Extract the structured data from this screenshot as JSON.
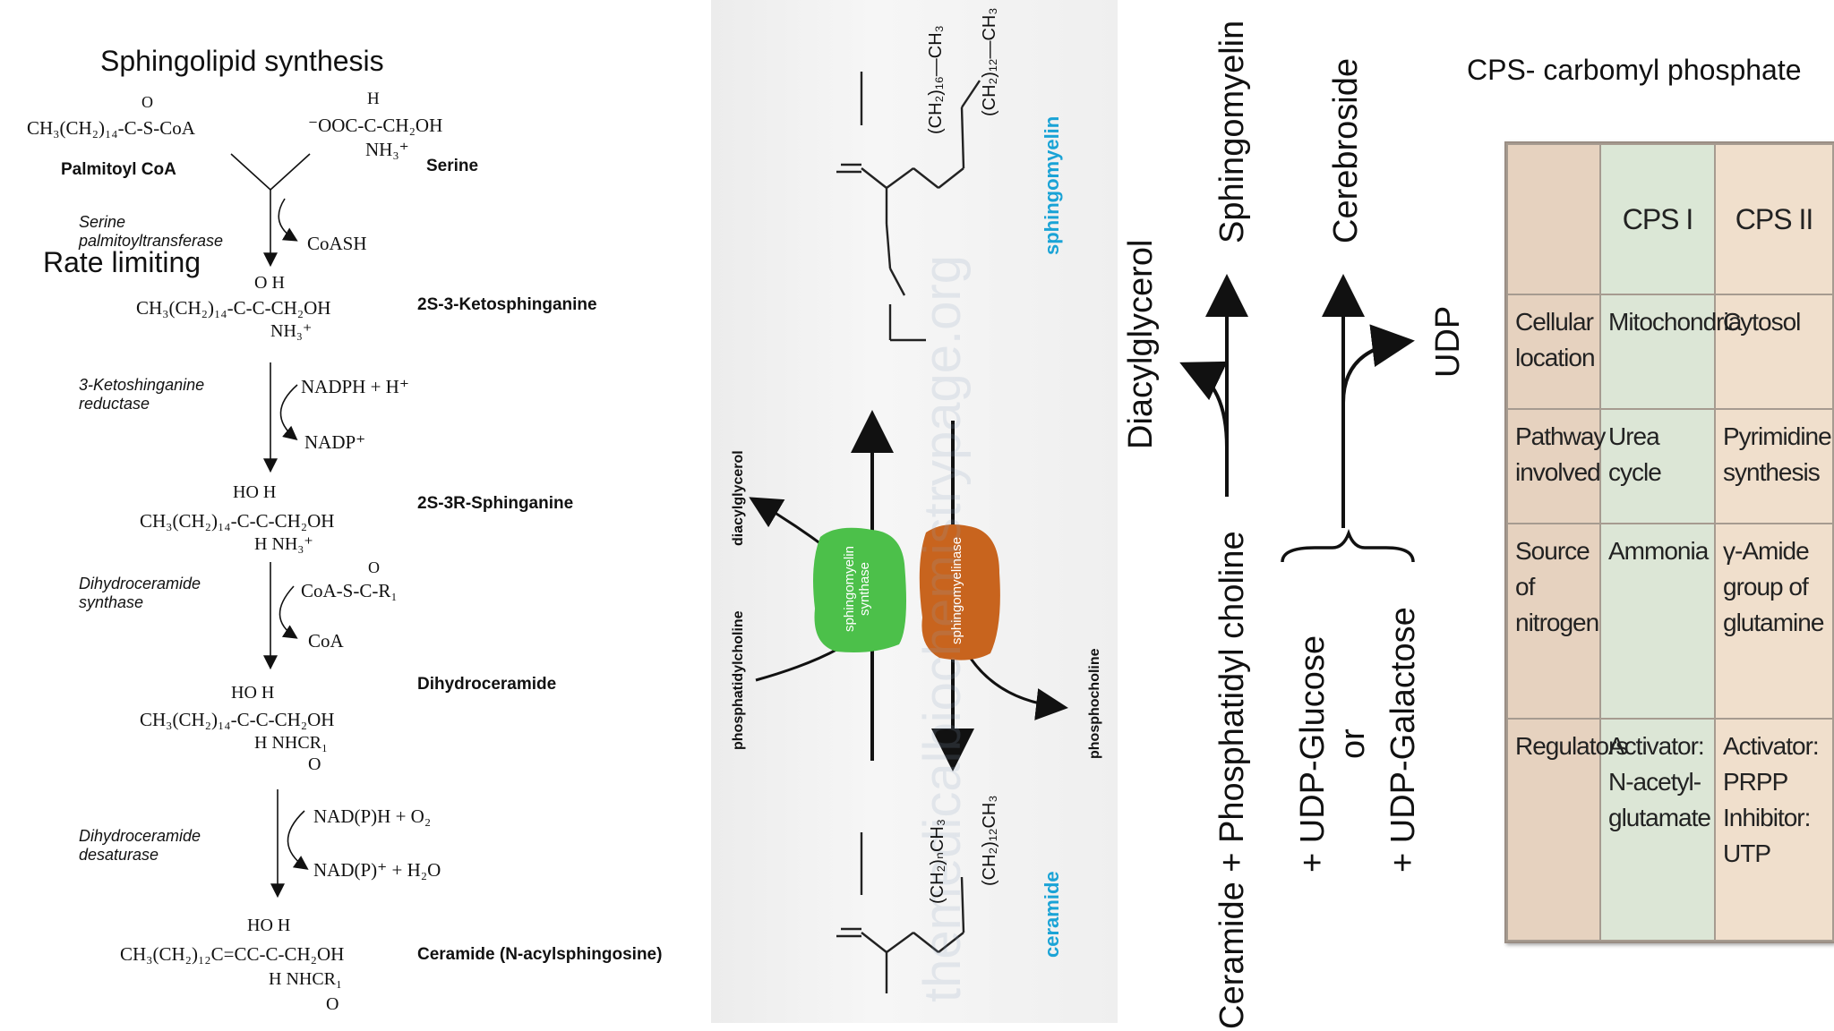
{
  "left_panel": {
    "title": "Sphingolipid synthesis",
    "rate_limiting": "Rate limiting",
    "palmitoyl_formula": "CH₃(CH₂)₁₄-C-S-CoA",
    "palmitoyl_o": "O",
    "palmitoyl_name": "Palmitoyl CoA",
    "serine_h": "H",
    "serine_formula": "⁻OOC-C-CH₂OH",
    "serine_nh3": "NH₃⁺",
    "serine_name": "Serine",
    "steps": [
      {
        "enzyme": "Serine\npalmitoyltransferase",
        "cofactor_out": "CoASH"
      },
      {
        "enzyme": "3-Ketoshinganine\nreductase",
        "cofactor_in": "NADPH + H⁺",
        "cofactor_out": "NADP⁺"
      },
      {
        "enzyme": "Dihydroceramide\nsynthase",
        "cofactor_in": "CoA-S-C-R₁",
        "cofactor_in_o": "O",
        "cofactor_out": "CoA"
      },
      {
        "enzyme": "Dihydroceramide\ndesaturase",
        "cofactor_in": "NAD(P)H + O₂",
        "cofactor_out": "NAD(P)⁺ + H₂O"
      }
    ],
    "products": [
      {
        "top": "O H",
        "formula": "CH₃(CH₂)₁₄-C-C-CH₂OH",
        "bottom": "NH₃⁺",
        "name": "2S-3-Ketosphinganine"
      },
      {
        "top": "HO  H",
        "formula": "CH₃(CH₂)₁₄-C-C-CH₂OH",
        "bottom": "H  NH₃⁺",
        "name": "2S-3R-Sphinganine"
      },
      {
        "top": "HO  H",
        "formula": "CH₃(CH₂)₁₄-C-C-CH₂OH",
        "bottom": "H  NHCR₁",
        "bottom2": "O",
        "name": "Dihydroceramide"
      },
      {
        "top": "HO  H",
        "formula": "CH₃(CH₂)₁₂C=CC-C-CH₂OH",
        "bottom": "H  NHCR₁",
        "bottom2": "O",
        "name": "Ceramide (N-acylsphingosine)"
      }
    ]
  },
  "middle_panel": {
    "sphingomyelin_label": "sphingomyelin",
    "ceramide_label": "ceramide",
    "diacylglycerol": "diacylglycerol",
    "phosphatidylcholine": "phosphatidylcholine",
    "phosphocholine": "phosphocholine",
    "synthase": "sphingomyelin synthase",
    "sphingomyelinase": "sphingomyelinase",
    "chain1": "(CH₂)₁₆—CH₃",
    "chain2": "(CH₂)₁₂—CH₃",
    "chain3": "(CH₂)ₙCH₃",
    "chain4": "(CH₂)₁₂CH₃",
    "watermark": "themedicalbiochemistrypage.org",
    "colors": {
      "synthase": "#4cc04a",
      "sphingomyelinase": "#c8641e",
      "blue_label": "#1aa3d6"
    }
  },
  "right_panel": {
    "sphingomyelin": "Sphingomyelin",
    "diacylglycerol": "Diacylglycerol",
    "cerebroside": "Cerebroside",
    "udp": "UDP",
    "reactants": "Ceramide + Phosphatidyl choline",
    "udp_glucose": "+ UDP-Glucose",
    "or": "or",
    "udp_galactose": "+ UDP-Galactose"
  },
  "table": {
    "title": "CPS- carbomyl phosphate",
    "headers": [
      "",
      "CPS I",
      "CPS II"
    ],
    "rows": [
      [
        "Cellular location",
        "Mitochondria",
        "Cytosol"
      ],
      [
        "Pathway involved",
        "Urea cycle",
        "Pyrimidine synthesis"
      ],
      [
        "Source of nitrogen",
        "Ammonia",
        "γ-Amide group of glutamine"
      ],
      [
        "Regulators",
        "Activator: N-acetyl-glutamate",
        "Activator: PRPP\nInhibitor: UTP"
      ]
    ]
  }
}
